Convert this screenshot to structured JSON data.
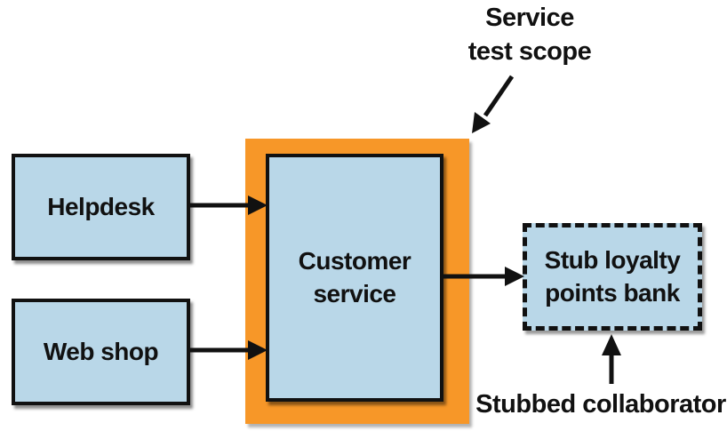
{
  "diagram": {
    "scope_label": "Service\ntest scope",
    "bottom_label": "Stubbed collaborator",
    "boxes": {
      "helpdesk": {
        "label": "Helpdesk"
      },
      "web_shop": {
        "label": "Web shop"
      },
      "customer_service": {
        "label": "Customer\nservice"
      },
      "stub_loyalty": {
        "label": "Stub loyalty\npoints bank"
      }
    },
    "connections": [
      {
        "from": "Helpdesk",
        "to": "Customer service"
      },
      {
        "from": "Web shop",
        "to": "Customer service"
      },
      {
        "from": "Customer service",
        "to": "Stub loyalty points bank"
      },
      {
        "from": "Service test scope label",
        "to": "service test scope boundary"
      },
      {
        "from": "Stubbed collaborator label",
        "to": "Stub loyalty points bank"
      }
    ],
    "colors": {
      "box_fill": "#b9d7e8",
      "scope_fill": "#f79728",
      "stroke": "#111111"
    }
  }
}
